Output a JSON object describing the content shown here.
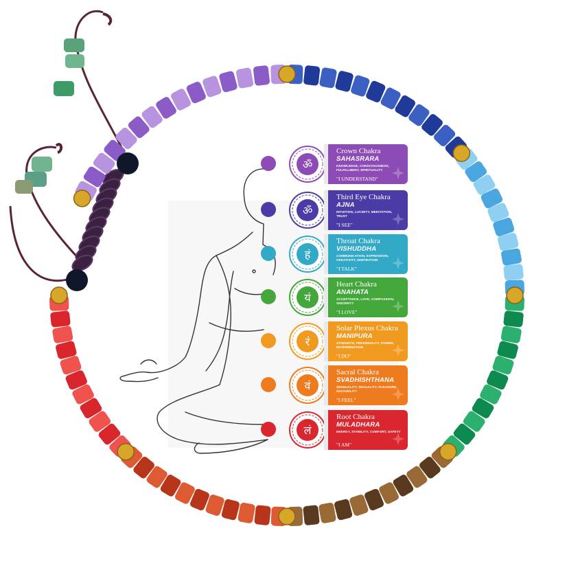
{
  "colors": {
    "crown": "#8a47b5",
    "third_eye": "#4a3aa8",
    "throat": "#2fa6c6",
    "heart": "#3fa63a",
    "solar": "#f09a1f",
    "sacral": "#ef7a1c",
    "root": "#d8262e"
  },
  "chakras": [
    {
      "name": "Crown Chakra",
      "sanskrit": "SAHASRARA",
      "traits": "KNOWLEDGE, CONSCIOUSNESS, FULFILLMENT, SPIRITUALITY",
      "mantra": "\"I UNDERSTAND\"",
      "symbol": "ॐ",
      "color": "#8d4cb5"
    },
    {
      "name": "Third Eye Chakra",
      "sanskrit": "AJNA",
      "traits": "INTUITION, LUCIDITY, MEDITATION, TRUST",
      "mantra": "\"I SEE\"",
      "symbol": "ॐ",
      "color": "#4b3ba6"
    },
    {
      "name": "Throat Chakra",
      "sanskrit": "VISHUDDHA",
      "traits": "COMMUNICATION, EXPRESSION, CREATIVITY, INSPIRATION",
      "mantra": "\"I TALK\"",
      "symbol": "हं",
      "color": "#33a9c8"
    },
    {
      "name": "Heart Chakra",
      "sanskrit": "ANAHATA",
      "traits": "ACCEPTANCE, LOVE, COMPASSION, SINCERITY",
      "mantra": "\"I LOVE\"",
      "symbol": "यं",
      "color": "#44a73c"
    },
    {
      "name": "Solar Plexus Chakra",
      "sanskrit": "MANIPURA",
      "traits": "STRENGTH, PERSONALITY, POWER, DETERMINATION",
      "mantra": "\"I DO\"",
      "symbol": "रं",
      "color": "#f09b20"
    },
    {
      "name": "Sacral Chakra",
      "sanskrit": "SVADHISHTHANA",
      "traits": "SENSUALITY, SEXUALITY, PLEASURE, SOCIABILITY",
      "mantra": "\"I FEEL\"",
      "symbol": "वं",
      "color": "#ee7b1e"
    },
    {
      "name": "Root Chakra",
      "sanskrit": "MULADHARA",
      "traits": "ENERGY, STABILITY, COMFORT, SAFETY",
      "mantra": "\"I AM\"",
      "symbol": "लं",
      "color": "#d9262f"
    }
  ]
}
